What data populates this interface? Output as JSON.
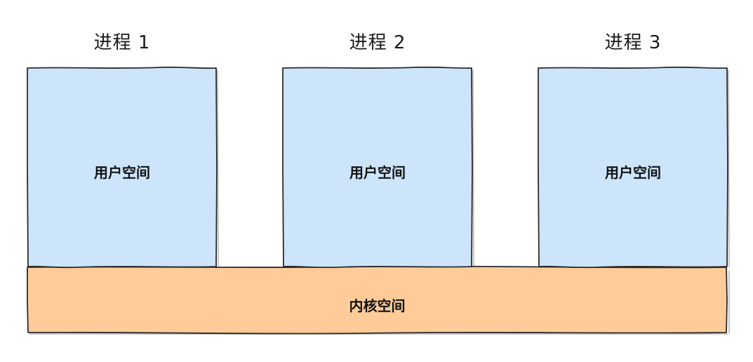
{
  "processes": [
    {
      "title": "进程 1",
      "user_space_label": "用户空间"
    },
    {
      "title": "进程 2",
      "user_space_label": "用户空间"
    },
    {
      "title": "进程 3",
      "user_space_label": "用户空间"
    }
  ],
  "kernel": {
    "label": "内核空间"
  },
  "colors": {
    "user_space_fill": "#cce5fb",
    "kernel_space_fill": "#ffcc99",
    "stroke": "#2b2b2b"
  }
}
